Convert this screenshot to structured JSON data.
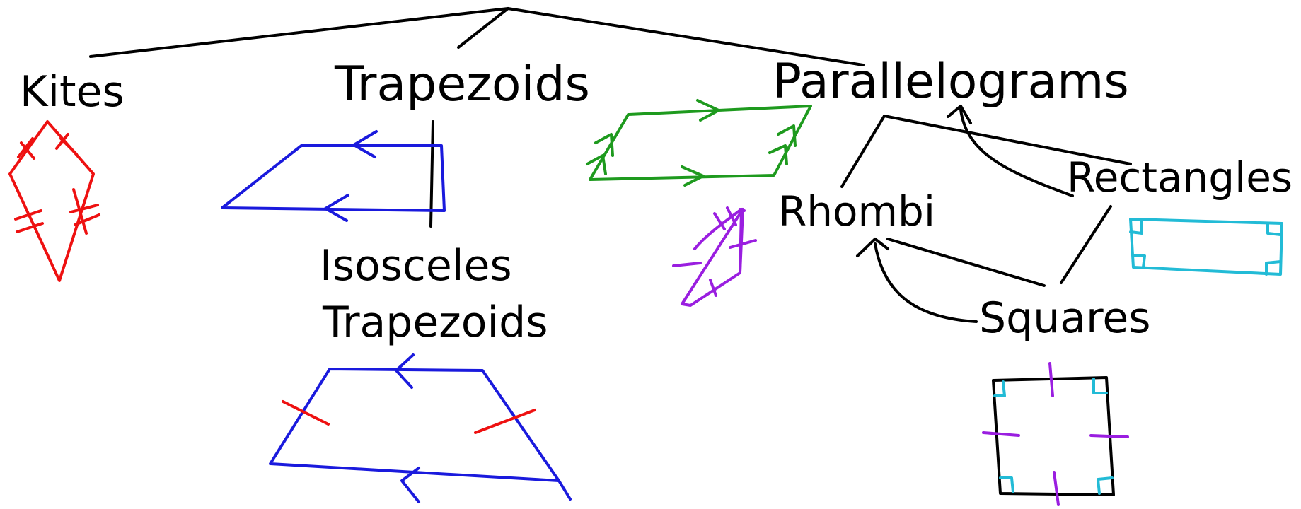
{
  "labels": {
    "kites": "Kites",
    "trapezoids": "Trapezoids",
    "parallelograms": "Parallelograms",
    "rectangles": "Rectangles",
    "rhombi": "Rhombi",
    "isosceles_line1": "Isosceles",
    "isosceles_line2": "Trapezoids",
    "squares": "Squares"
  },
  "colors": {
    "line": "#000000",
    "kite": "#ee1111",
    "trapezoid": "#1a1add",
    "parallelogram": "#1e9a1e",
    "rhombus": "#9a1ee0",
    "rectangle": "#22bbd6",
    "congruence_mark": "#ee1111"
  }
}
